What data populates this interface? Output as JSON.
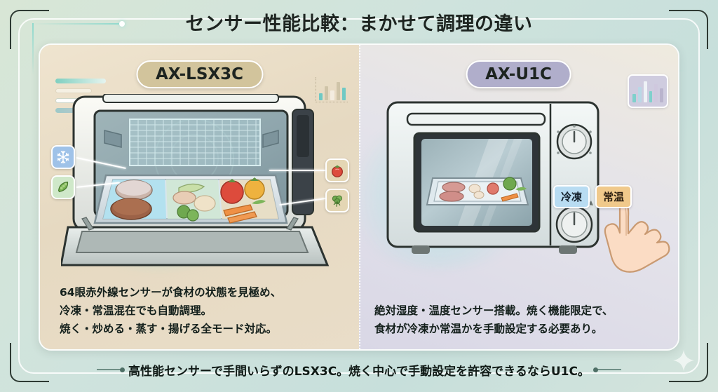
{
  "title": "センサー性能比較：まかせて調理の違い",
  "summary": "高性能センサーで手間いらずのLSX3C。焼く中心で手動設定を許容できるならU1C。",
  "panels": {
    "left": {
      "model": "AX-LSX3C",
      "description": "64眼赤外線センサーが食材の状態を見極め、\n冷凍・常温混在でも自動調理。\n焼く・炒める・蒸す・揚げる全モード対応。",
      "chips": [
        {
          "name": "snowflake-icon",
          "glyph": "❄",
          "color": "#9fc2e8"
        },
        {
          "name": "pea-pod-icon",
          "glyph": "🫛",
          "color": "#cfe8c9"
        },
        {
          "name": "tomato-icon",
          "glyph": "🍅",
          "color": "#e4d6b4"
        },
        {
          "name": "broccoli-icon",
          "glyph": "🥦",
          "color": "#e4d6b4"
        }
      ],
      "oven_state": "open-door-with-tray"
    },
    "right": {
      "model": "AX-U1C",
      "description": "絶対湿度・温度センサー搭載。焼く機能限定で、\n食材が冷凍か常温かを手動設定する必要あり。",
      "mode_buttons": [
        {
          "label": "冷凍",
          "selected": false,
          "color": "#b8dcf2"
        },
        {
          "label": "常温",
          "selected": true,
          "color": "#f0c98b"
        }
      ],
      "oven_state": "closed-door-with-knobs"
    }
  },
  "chart_icons": {
    "left_mini_bars": [
      10,
      20,
      14,
      26,
      18
    ],
    "left_mini_colors": [
      "#6fc9c4",
      "#cfc4a8",
      "#f3ece0",
      "#cfc4a8",
      "#6fc9c4"
    ],
    "right_card_bars": [
      12,
      22,
      30,
      16,
      26,
      20
    ],
    "right_card_colors": [
      "#7fd0cc",
      "#b9d8e6",
      "#eef2f6",
      "#7fd0cc",
      "#cfc8de",
      "#b9b4cd"
    ]
  },
  "colors": {
    "background": "#d3e4dd",
    "panel_left": "#e9ddc8",
    "panel_right": "#e0dde9",
    "badge_left": "#d2c49c",
    "badge_right": "#b0aecb",
    "accent_teal": "#8fd9cd",
    "text_dark": "#1d2420"
  }
}
